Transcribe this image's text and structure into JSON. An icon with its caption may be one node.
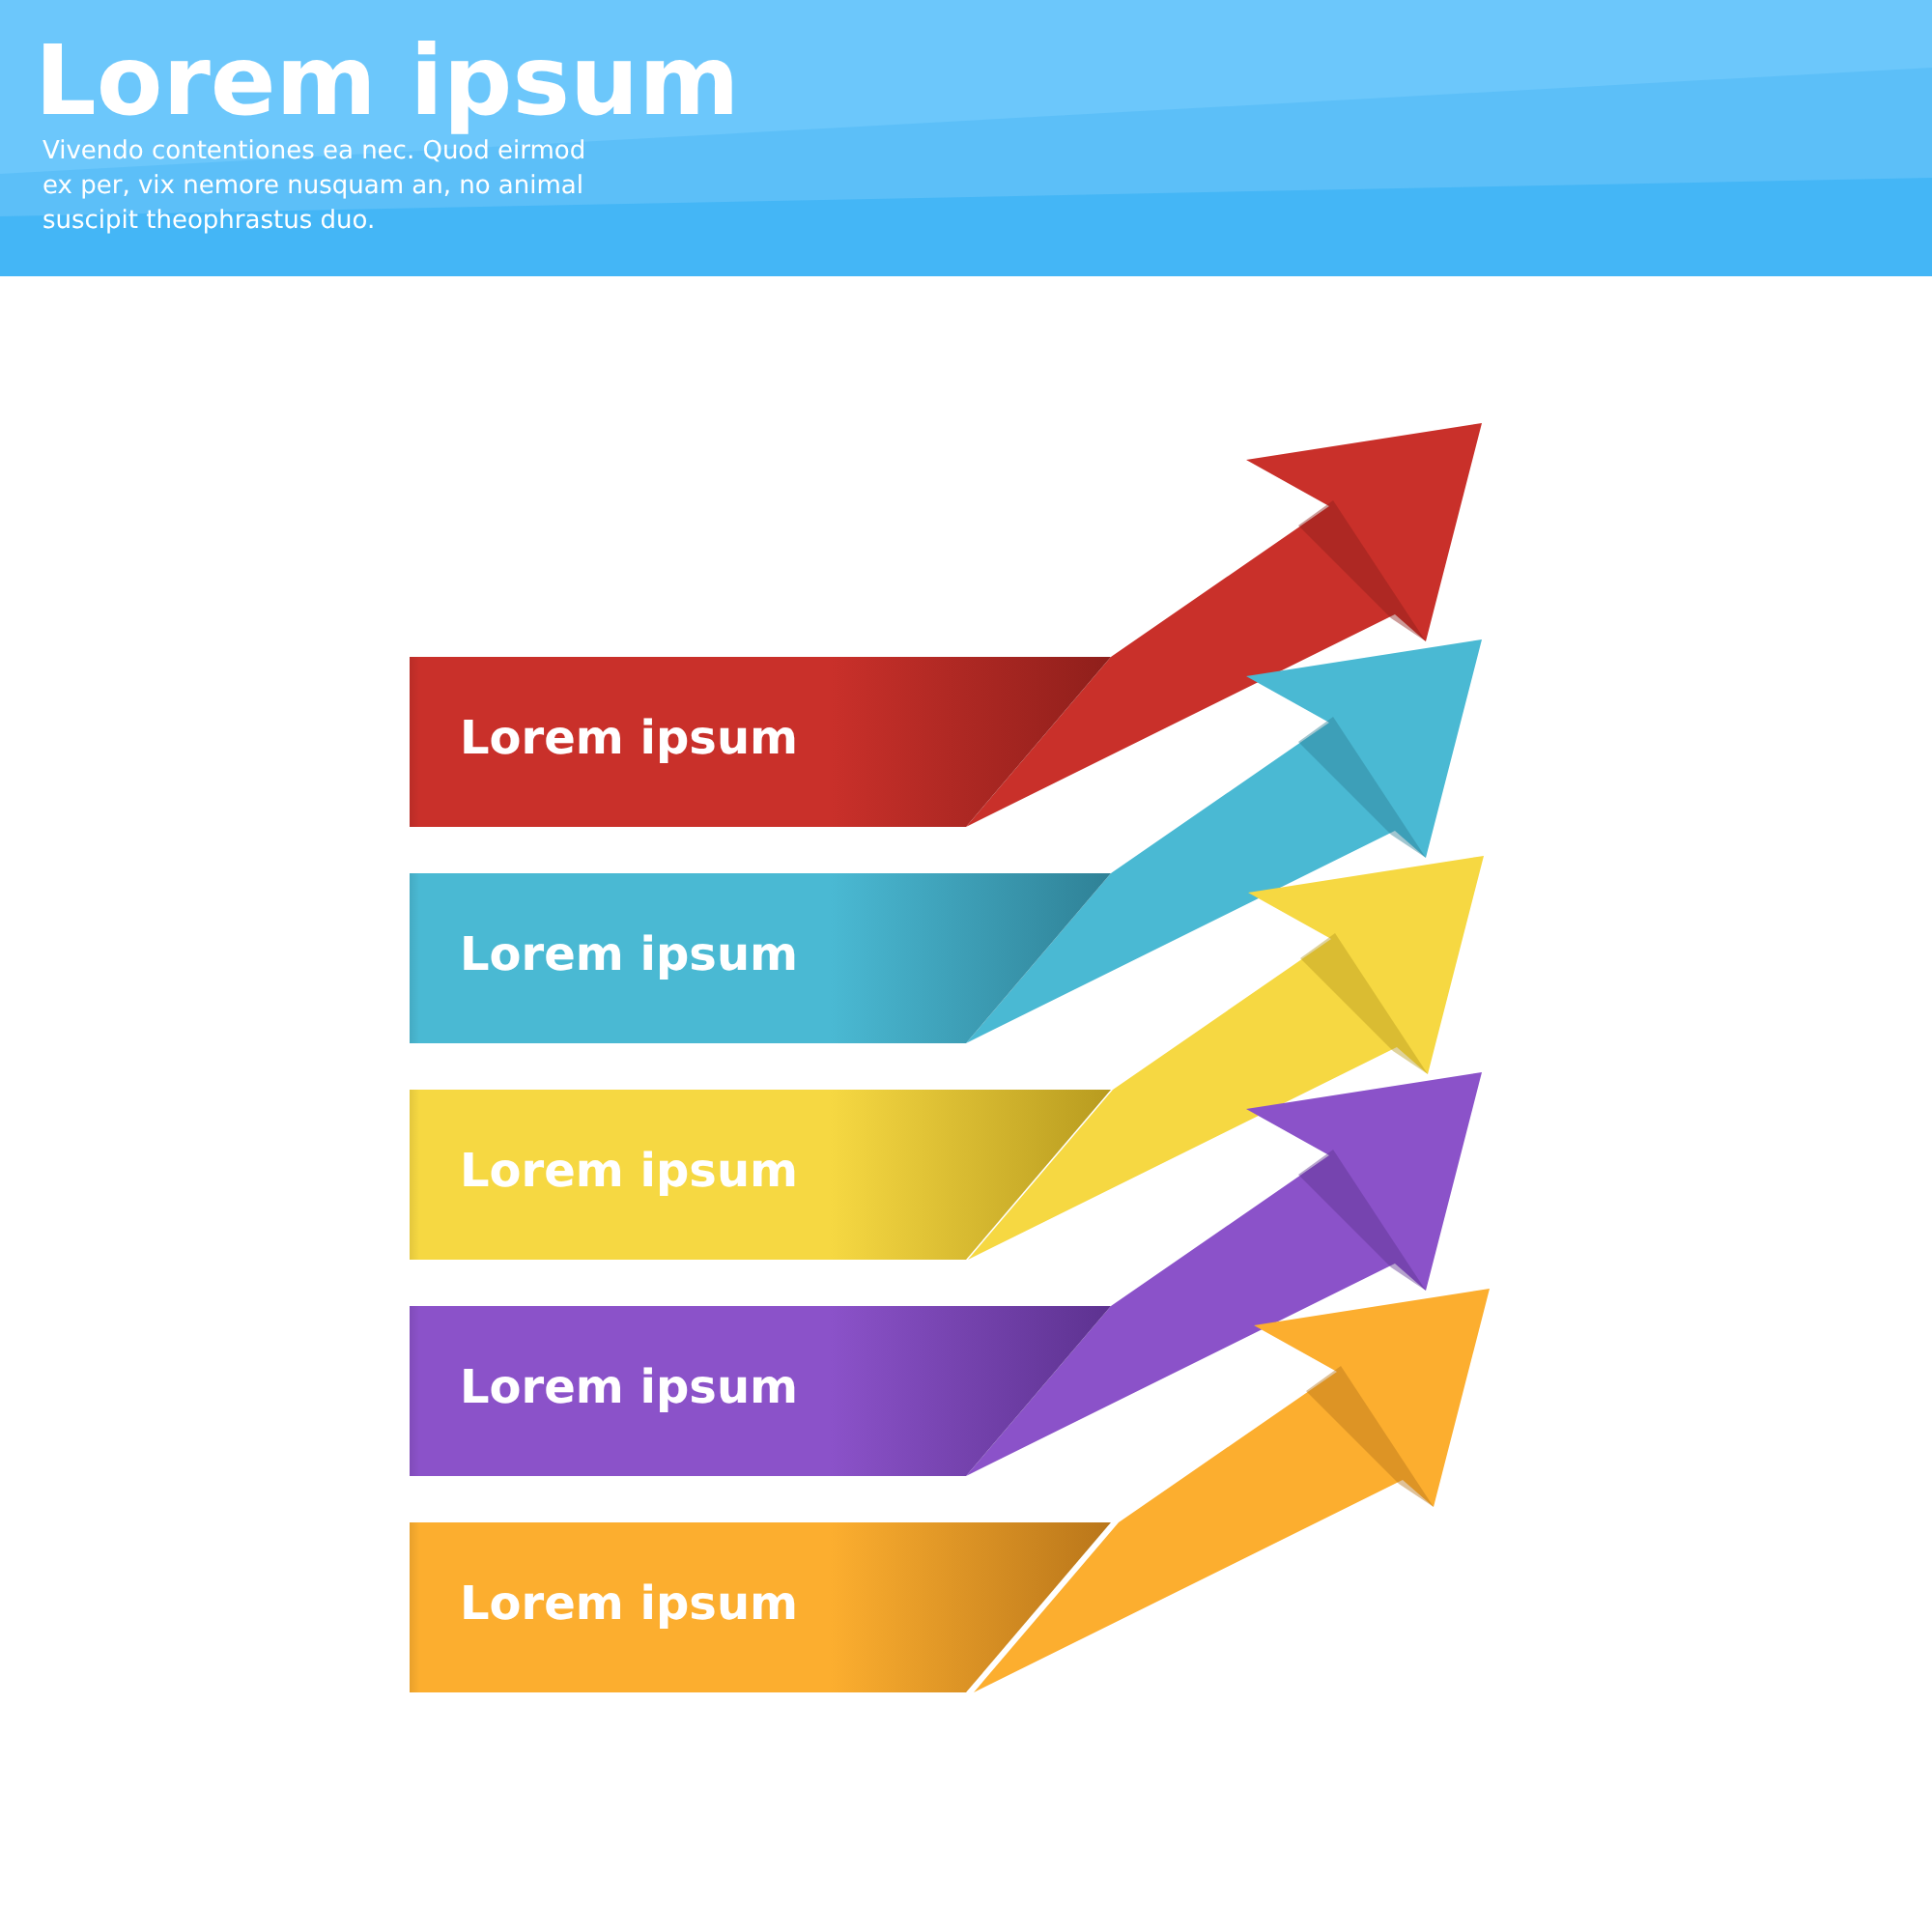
{
  "diagram": {
    "title": "Lorem ipsum",
    "nodes": [
      {
        "text": [
          "Lorem ipsum"
        ]
      },
      {
        "text": [
          "Lorem ipsum"
        ]
      },
      {
        "text": [
          "Lorem ipsum"
        ]
      },
      {
        "text": [
          "Lorem ipsum"
        ]
      },
      {
        "text": [
          "Lorem ipsum"
        ]
      }
    ],
    "edges": [
      {
        "from": 0,
        "to": null,
        "arrow": "to"
      },
      {
        "from": 1,
        "to": null,
        "arrow": "to"
      },
      {
        "from": 2,
        "to": null,
        "arrow": "to"
      },
      {
        "from": 3,
        "to": null,
        "arrow": "to"
      },
      {
        "from": 4,
        "to": null,
        "arrow": "to"
      }
    ],
    "labels": [
      "Vivendo contentiones ea nec. Quod eirmod ex per, vix nemore nusquam an, no animal suscipit theophrastus duo."
    ]
  }
}
